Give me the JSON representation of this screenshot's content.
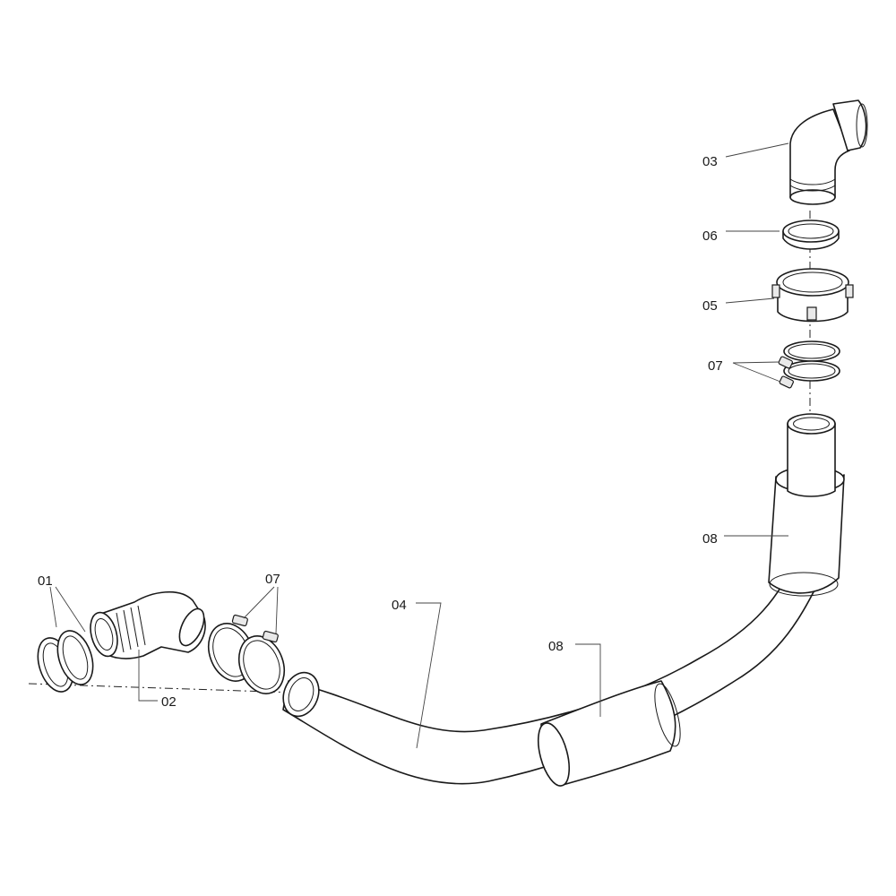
{
  "callouts": {
    "c01": "01",
    "c02": "02",
    "c03": "03",
    "c04": "04",
    "c05": "05",
    "c06": "06",
    "c07_left": "07",
    "c07_right": "07",
    "c08_lower": "08",
    "c08_upper": "08"
  },
  "colors": {
    "ink": "#1a1a1a",
    "background": "#ffffff"
  }
}
